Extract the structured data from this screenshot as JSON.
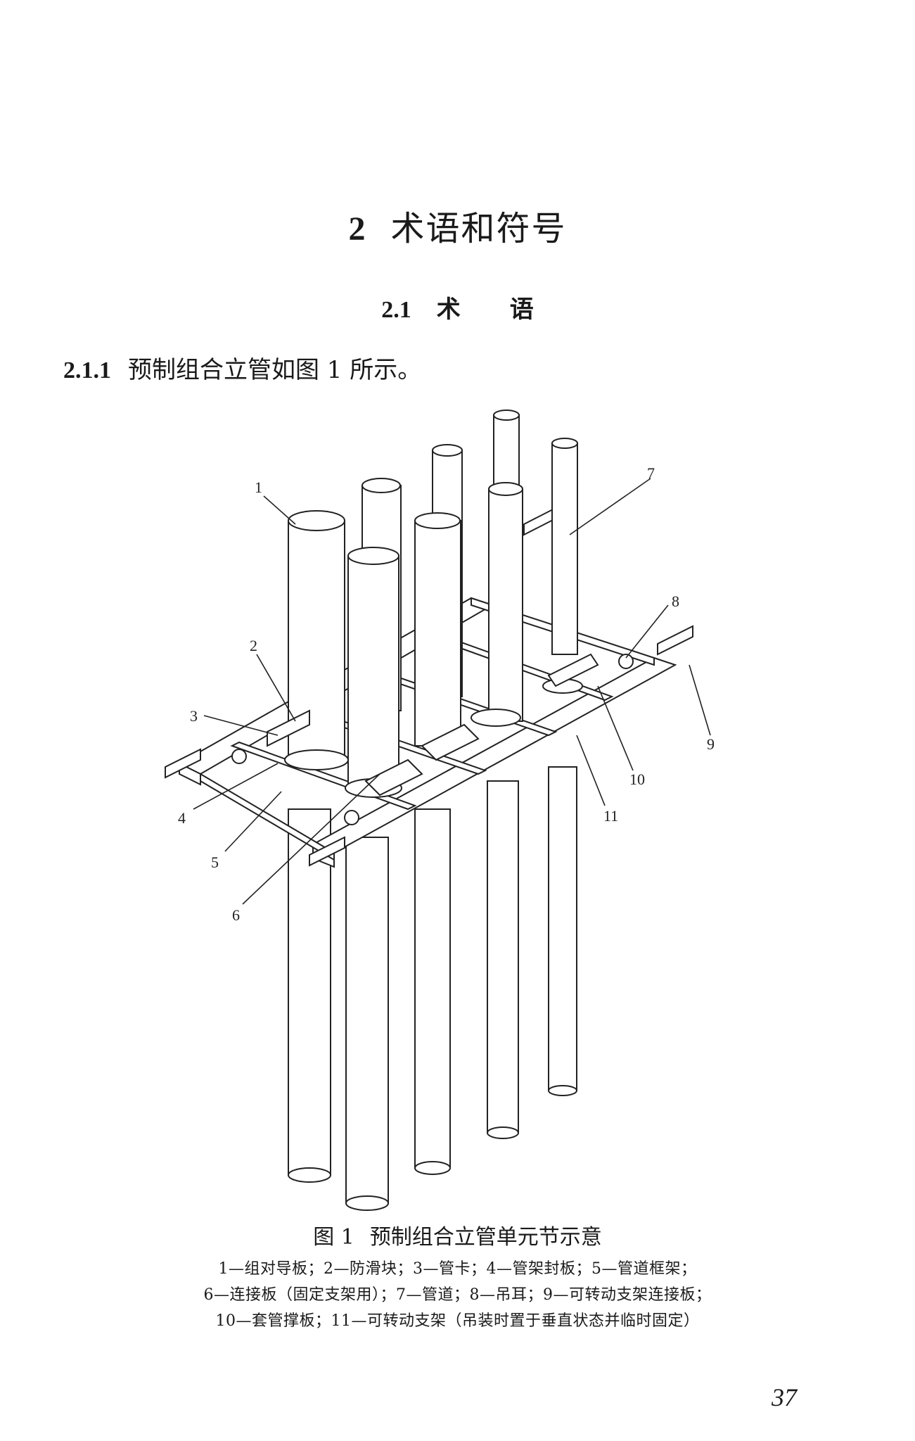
{
  "chapter": {
    "number": "2",
    "title": "术语和符号"
  },
  "section": {
    "number": "2.1",
    "title_part1": "术",
    "title_part2": "语"
  },
  "clause": {
    "number": "2.1.1",
    "text": "预制组合立管如图 1 所示。"
  },
  "figure": {
    "caption_number": "图 1",
    "caption_text": "预制组合立管单元节示意",
    "callouts": [
      "1",
      "2",
      "3",
      "4",
      "5",
      "6",
      "7",
      "8",
      "9",
      "10",
      "11"
    ],
    "legend": [
      "1—组对导板；2—防滑块；3—管卡；4—管架封板；5—管道框架；",
      "6—连接板（固定支架用）；7—管道；8—吊耳；9—可转动支架连接板；",
      "10—套管撑板；11—可转动支架（吊装时置于垂直状态并临时固定）"
    ]
  },
  "page_number": "37"
}
